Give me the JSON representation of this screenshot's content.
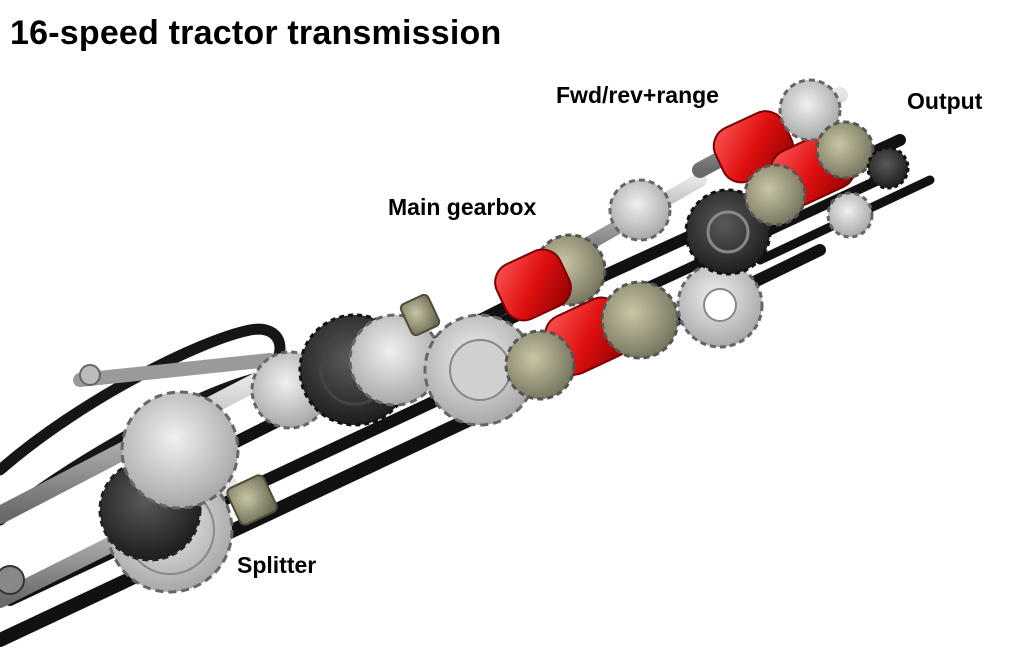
{
  "title": "16-speed tractor transmission",
  "labels": {
    "fwd_rev_range": "Fwd/rev+range",
    "output": "Output",
    "main_gearbox": "Main gearbox",
    "splitter": "Splitter"
  },
  "colors": {
    "clutch_red": "#e01010",
    "shaft_black": "#111111",
    "gear_light": "#c8c8c8",
    "gear_dark": "#3a3a3a",
    "bushing_tan": "#8c8a70",
    "axle_gray": "#a0a0a0"
  }
}
